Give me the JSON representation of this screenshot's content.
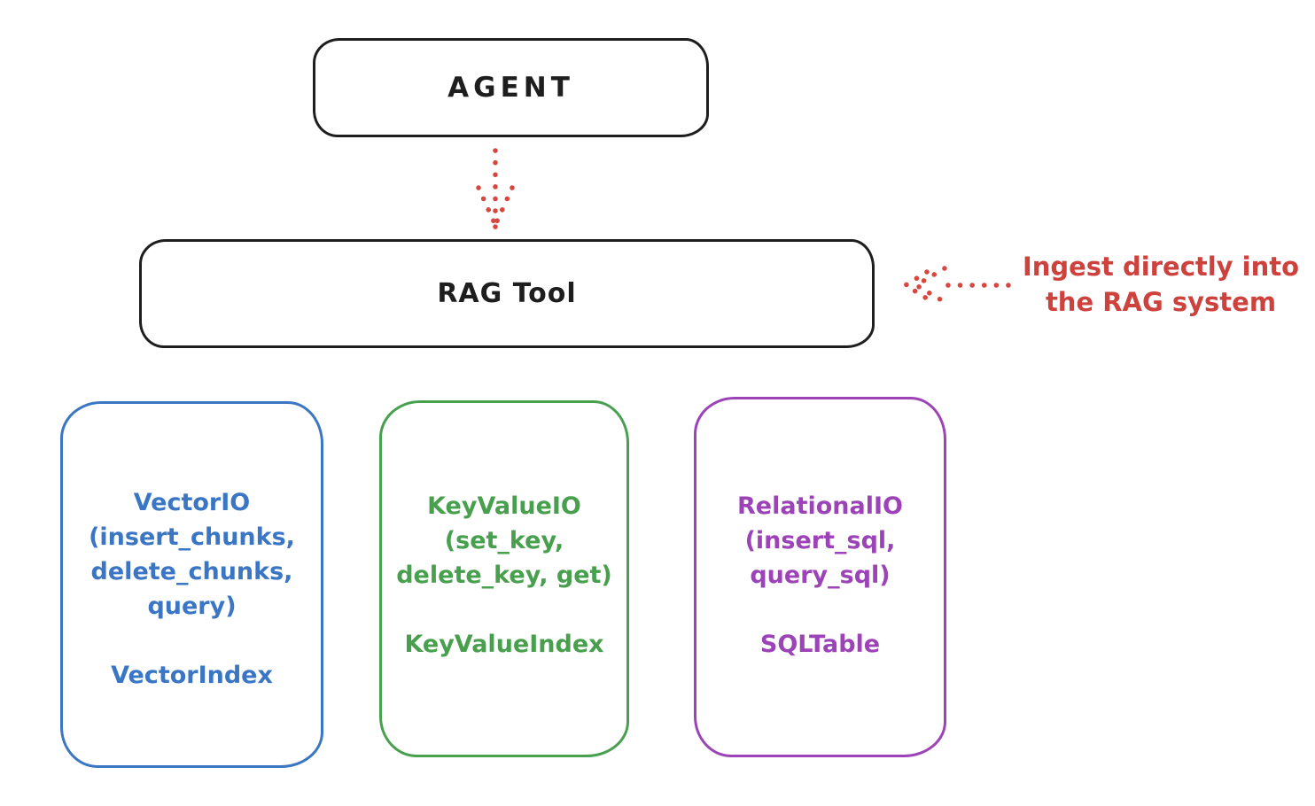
{
  "colors": {
    "ink": "#1e1e1e",
    "red": "#cd423d",
    "blue": "#3a76c4",
    "green": "#48a04e",
    "purple": "#9d43b8",
    "background": "#ffffff"
  },
  "nodes": {
    "agent": {
      "label": "AGENT"
    },
    "rag_tool": {
      "label": "RAG Tool"
    },
    "vector_io": {
      "lines": [
        "VectorIO",
        "(insert_chunks,",
        "delete_chunks,",
        "query)"
      ],
      "index_label": "VectorIndex"
    },
    "key_value_io": {
      "lines": [
        "KeyValueIO",
        "(set_key,",
        "delete_key, get)"
      ],
      "index_label": "KeyValueIndex"
    },
    "relational_io": {
      "lines": [
        "RelationalIO",
        "(insert_sql,",
        "query_sql)"
      ],
      "index_label": "SQLTable"
    }
  },
  "annotation": {
    "lines": [
      "Ingest directly into",
      "the RAG system"
    ]
  }
}
